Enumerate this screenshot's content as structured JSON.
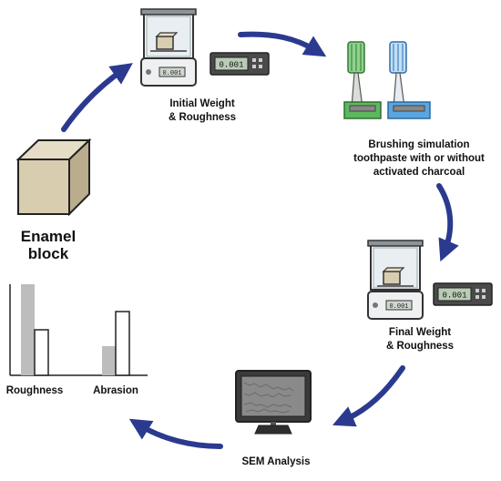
{
  "steps": {
    "enamel": {
      "line1": "Enamel",
      "line2": "block"
    },
    "initial": {
      "line1": "Initial Weight",
      "line2": "& Roughness"
    },
    "brushing": {
      "line1": "Brushing simulation",
      "line2": "toothpaste with or without",
      "line3": "activated charcoal"
    },
    "final": {
      "line1": "Final Weight",
      "line2": "& Roughness"
    },
    "sem": {
      "line1": "SEM Analysis"
    }
  },
  "balance_display": "0.001",
  "chart_data": {
    "type": "bar",
    "categories": [
      "Roughness",
      "Abrasion"
    ],
    "series": [
      {
        "values": [
          100,
          32
        ],
        "color": "#bdbdbd"
      },
      {
        "values": [
          50,
          70
        ],
        "color": "#ffffff"
      }
    ],
    "ylim": [
      0,
      100
    ],
    "xlabel": "",
    "ylabel": "",
    "title": ""
  },
  "colors": {
    "arrow": "#2b3a8f",
    "enamel_front": "#d9cdb0",
    "enamel_top": "#e6ddc6",
    "enamel_side": "#b9ad8e",
    "brush_green": "#5cb85c",
    "brush_blue": "#5aa6e0",
    "monitor": "#3a3a3a"
  }
}
